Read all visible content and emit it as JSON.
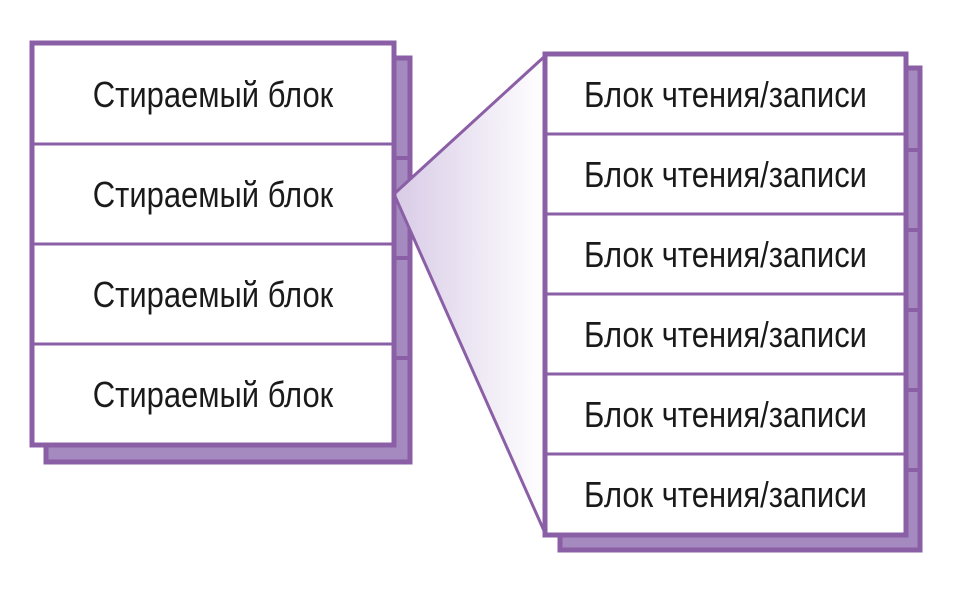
{
  "colors": {
    "border": "#8b5fa6",
    "shadow": "#a58ac0",
    "fill": "#ffffff",
    "gradient_start": "#d8cbe6",
    "gradient_end": "#ffffff"
  },
  "erasable_stack": {
    "blocks": [
      {
        "label": "Стираемый блок"
      },
      {
        "label": "Стираемый блок"
      },
      {
        "label": "Стираемый блок"
      },
      {
        "label": "Стираемый блок"
      }
    ]
  },
  "rw_stack": {
    "blocks": [
      {
        "label": "Блок чтения/записи"
      },
      {
        "label": "Блок чтения/записи"
      },
      {
        "label": "Блок чтения/записи"
      },
      {
        "label": "Блок чтения/записи"
      },
      {
        "label": "Блок чтения/записи"
      },
      {
        "label": "Блок чтения/записи"
      }
    ]
  }
}
